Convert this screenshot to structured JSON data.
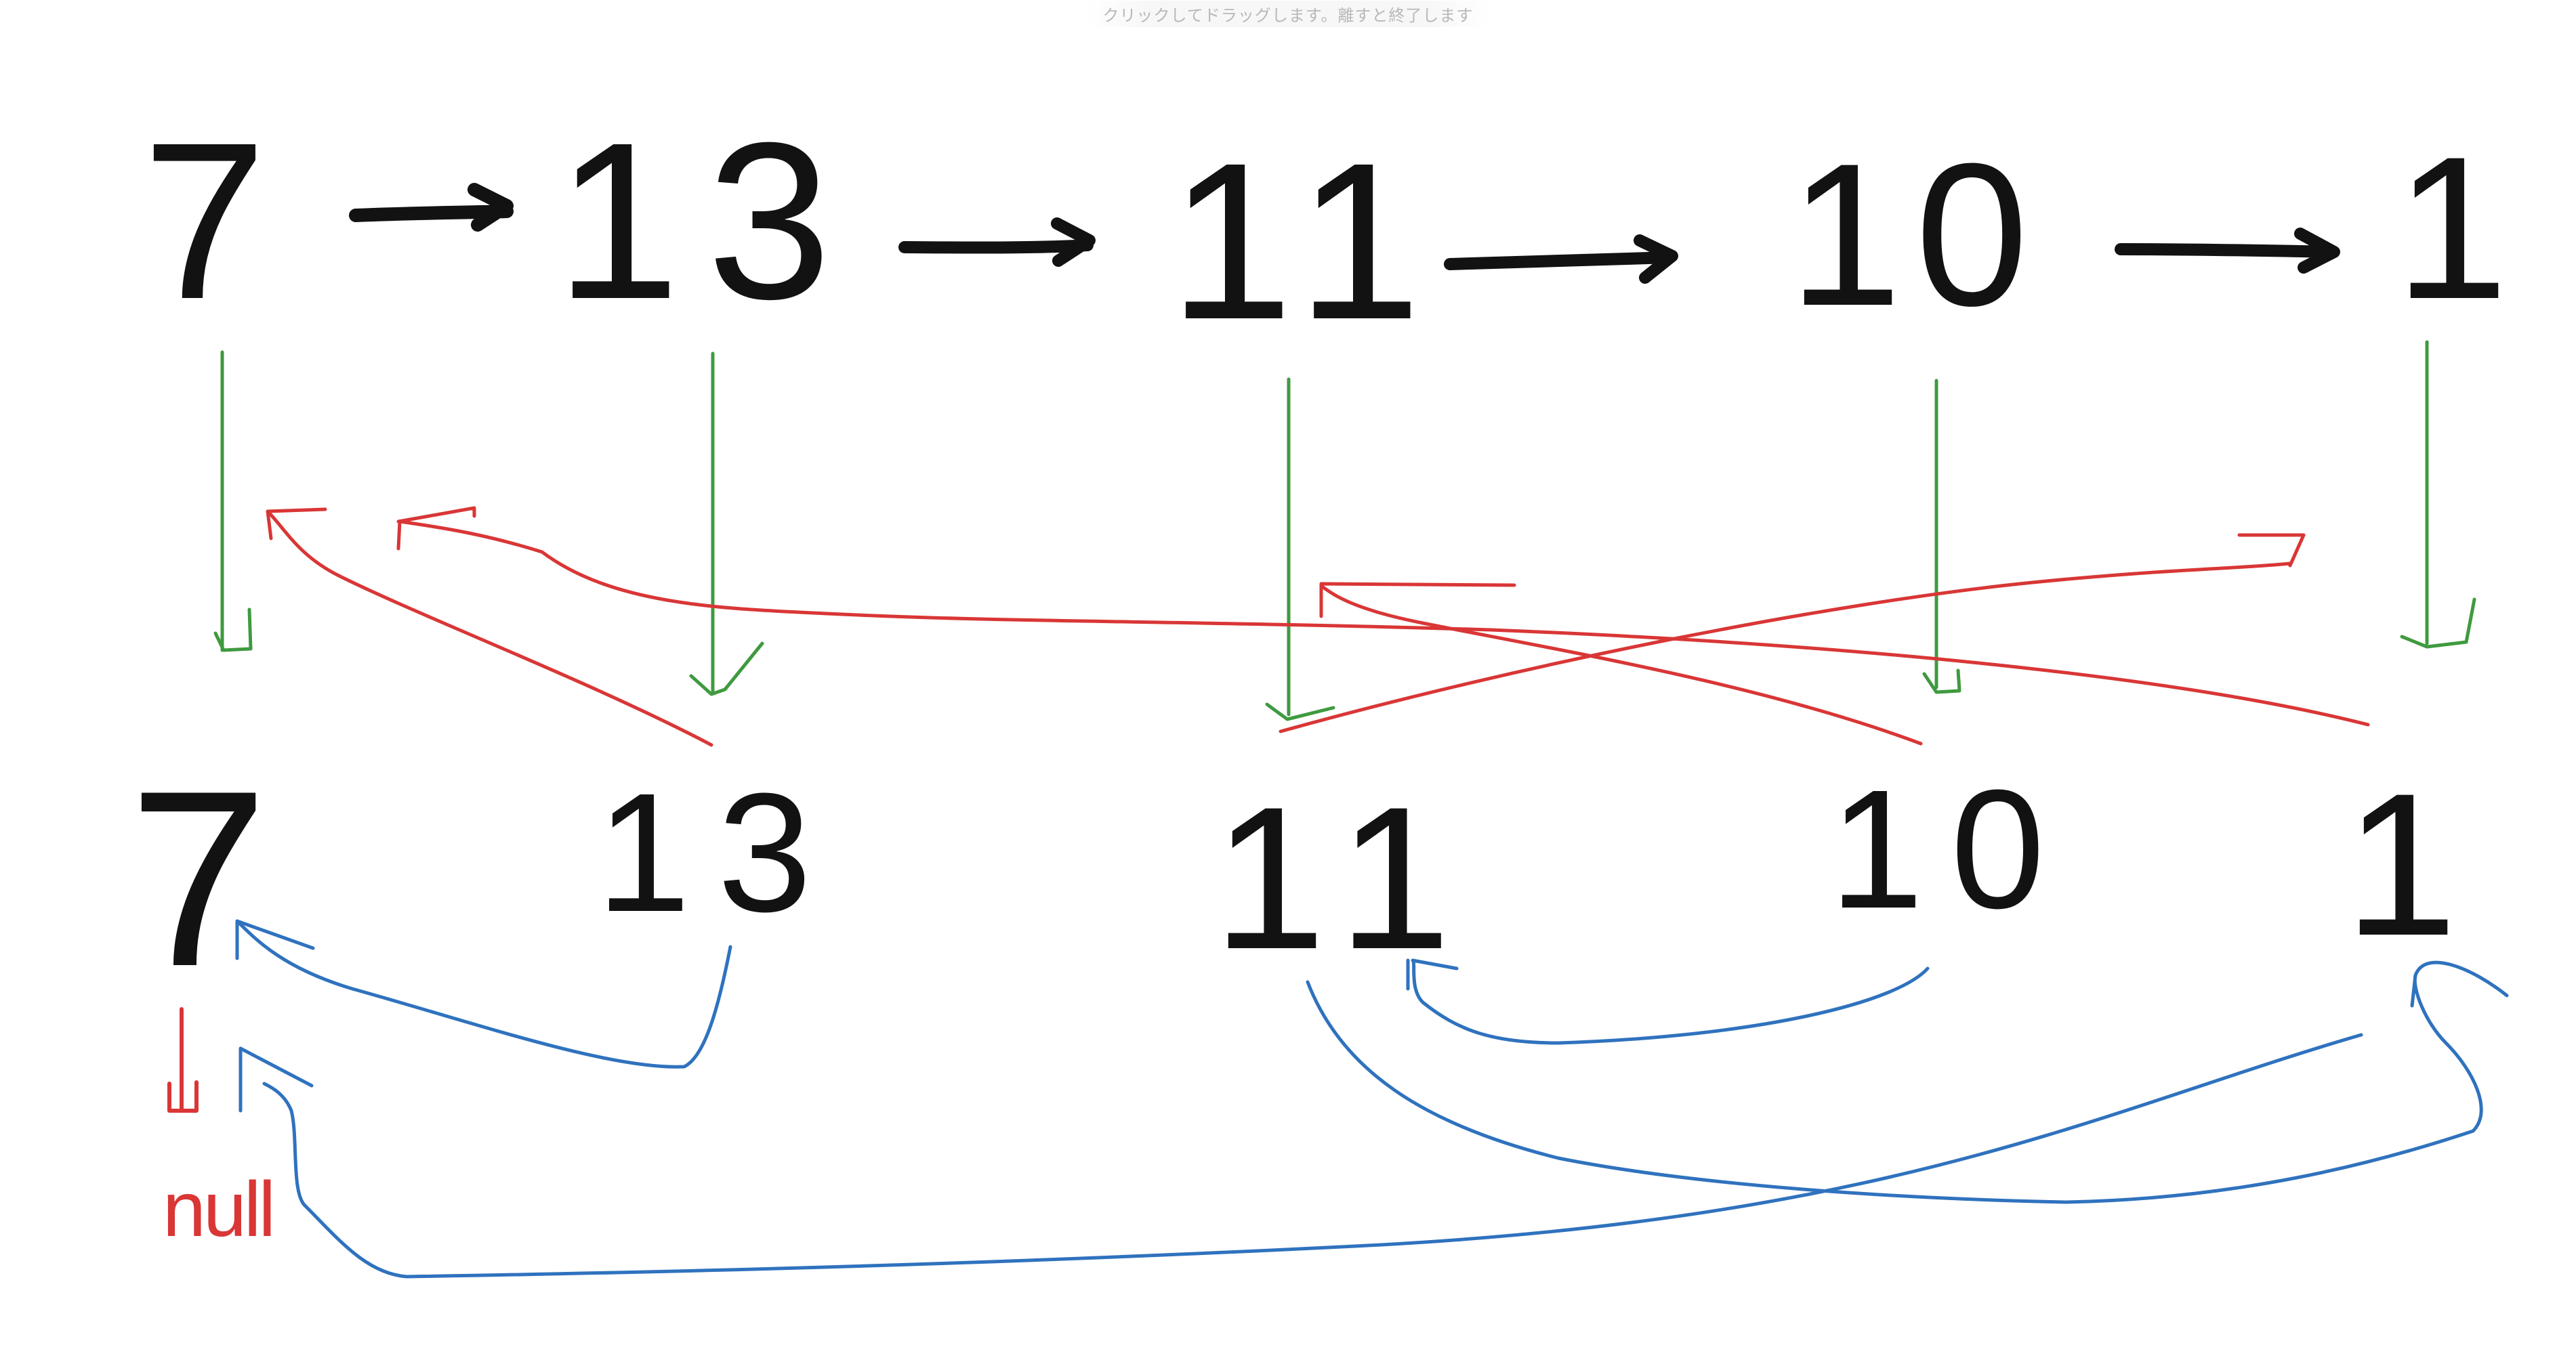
{
  "hint": {
    "text": "クリックしてドラッグします。離すと終了します"
  },
  "diagram": {
    "original_list": [
      "7",
      "13",
      "11",
      "10",
      "1"
    ],
    "copy_list": [
      "7",
      "13",
      "11",
      "10",
      "1"
    ],
    "null_label": "null"
  },
  "colors": {
    "ink": "#121212",
    "copy_link": "#3f9a3f",
    "random_pointer": "#d93636",
    "next_pointer": "#2f72be",
    "hint_text": "#b8b8b8"
  }
}
